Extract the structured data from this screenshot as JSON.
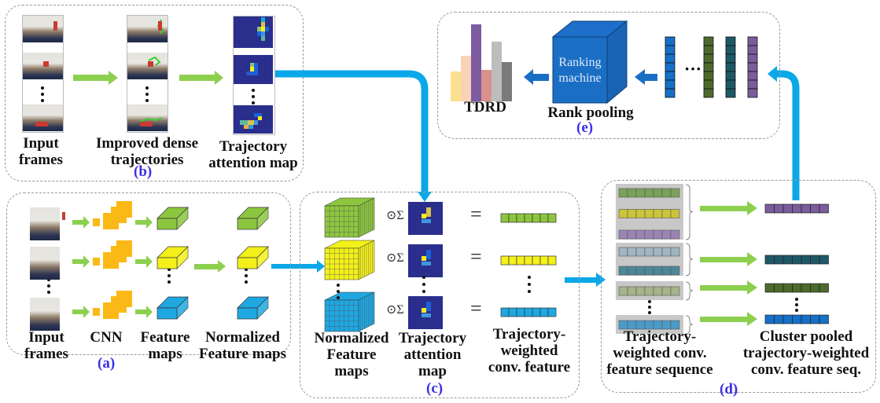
{
  "panels": {
    "b": {
      "tag": "(b)",
      "labels": {
        "input_frames": [
          "Input",
          "frames"
        ],
        "idt": [
          "Improved dense",
          "trajectories"
        ],
        "attention": [
          "Trajectory",
          "attention map"
        ]
      }
    },
    "e": {
      "tag": "(e)",
      "tdrd": "TDRD",
      "ranking_machine": [
        "Ranking",
        "machine"
      ],
      "rank_pooling": "Rank pooling",
      "ellipsis": "···",
      "histogram_colors": [
        "#fbe08f",
        "#f9d3b8",
        "#7d5ba0",
        "#d9918c",
        "#bdbdbd",
        "#7a7a7a"
      ],
      "vector_colors": [
        "#1570c8",
        "#4c6a2c",
        "#1e5866",
        "#7b5c9c"
      ]
    },
    "a": {
      "tag": "(a)",
      "labels": {
        "input_frames": [
          "Input",
          "frames"
        ],
        "cnn": "CNN",
        "feature_maps": [
          "Feature",
          "maps"
        ],
        "normalized": [
          "Normalized",
          "Feature maps"
        ]
      }
    },
    "c": {
      "tag": "(c)",
      "operator": "⊙Σ",
      "equals": "=",
      "labels": {
        "normalized": [
          "Normalized",
          "Feature",
          "maps"
        ],
        "attention": [
          "Trajectory",
          "attention",
          "map"
        ],
        "weighted": [
          "Trajectory-",
          "weighted",
          "conv. feature"
        ]
      }
    },
    "d": {
      "tag": "(d)",
      "labels": {
        "sequence": [
          "Trajectory-",
          "weighted conv.",
          "feature sequence"
        ],
        "pooled": [
          "Cluster pooled",
          "trajectory-weighted",
          "conv. feature seq."
        ]
      }
    }
  },
  "colors": {
    "green_arrow": "#8dcf4f",
    "blue_arrow": "#0aa8e8",
    "dark_blue_arrow": "#1a6fc4",
    "cnn_orange": "#fbb917",
    "feature_green": "#8cc63f",
    "feature_yellow": "#f3f01a",
    "feature_blue": "#1ea7e1",
    "heatmap_bg": "#2a2e8c",
    "tag_color": "#3a2ee6"
  }
}
